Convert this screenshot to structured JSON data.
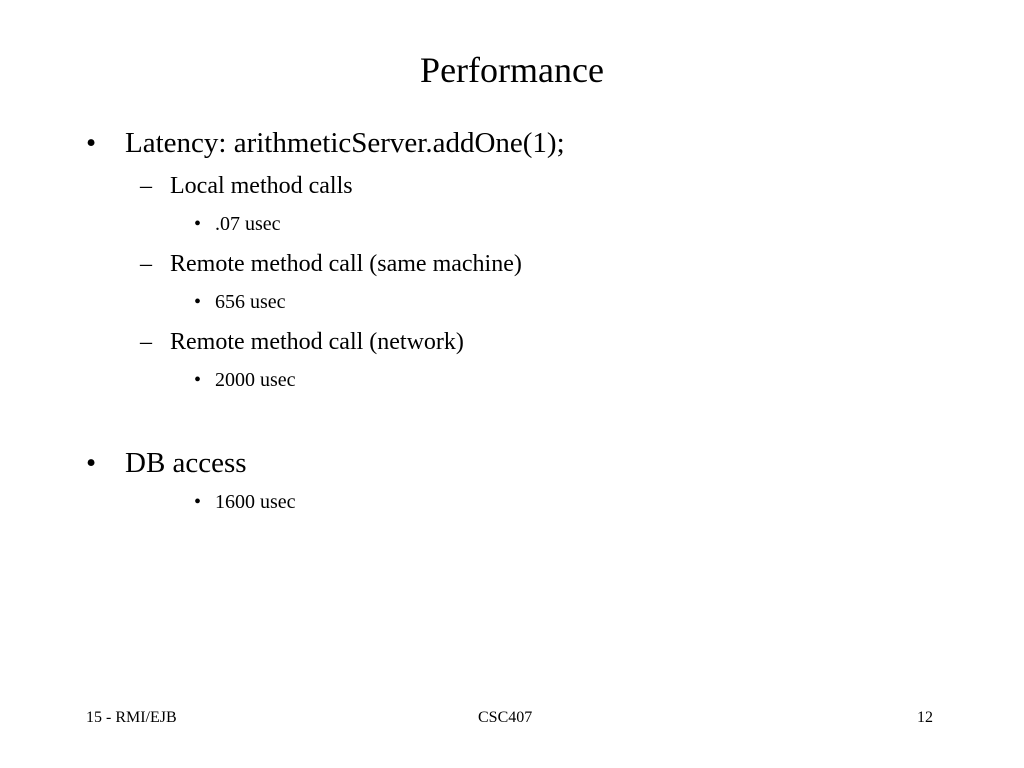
{
  "slide": {
    "title": "Performance",
    "bullets": [
      {
        "marker": "•",
        "text": "Latency: arithmeticServer.addOne(1);",
        "sub": [
          {
            "marker": "–",
            "text": "Local method calls",
            "sub": [
              {
                "marker": "•",
                "text": ".07 usec"
              }
            ]
          },
          {
            "marker": "–",
            "text": "Remote method call (same machine)",
            "sub": [
              {
                "marker": "•",
                "text": "656 usec"
              }
            ]
          },
          {
            "marker": "–",
            "text": "Remote method call (network)",
            "sub": [
              {
                "marker": "•",
                "text": "2000 usec"
              }
            ]
          }
        ]
      },
      {
        "marker": "•",
        "text": "DB access",
        "sub": [
          {
            "marker": "•",
            "text": "1600 usec"
          }
        ]
      }
    ]
  },
  "footer": {
    "left": "15 - RMI/EJB",
    "center": "CSC407",
    "right": "12"
  }
}
